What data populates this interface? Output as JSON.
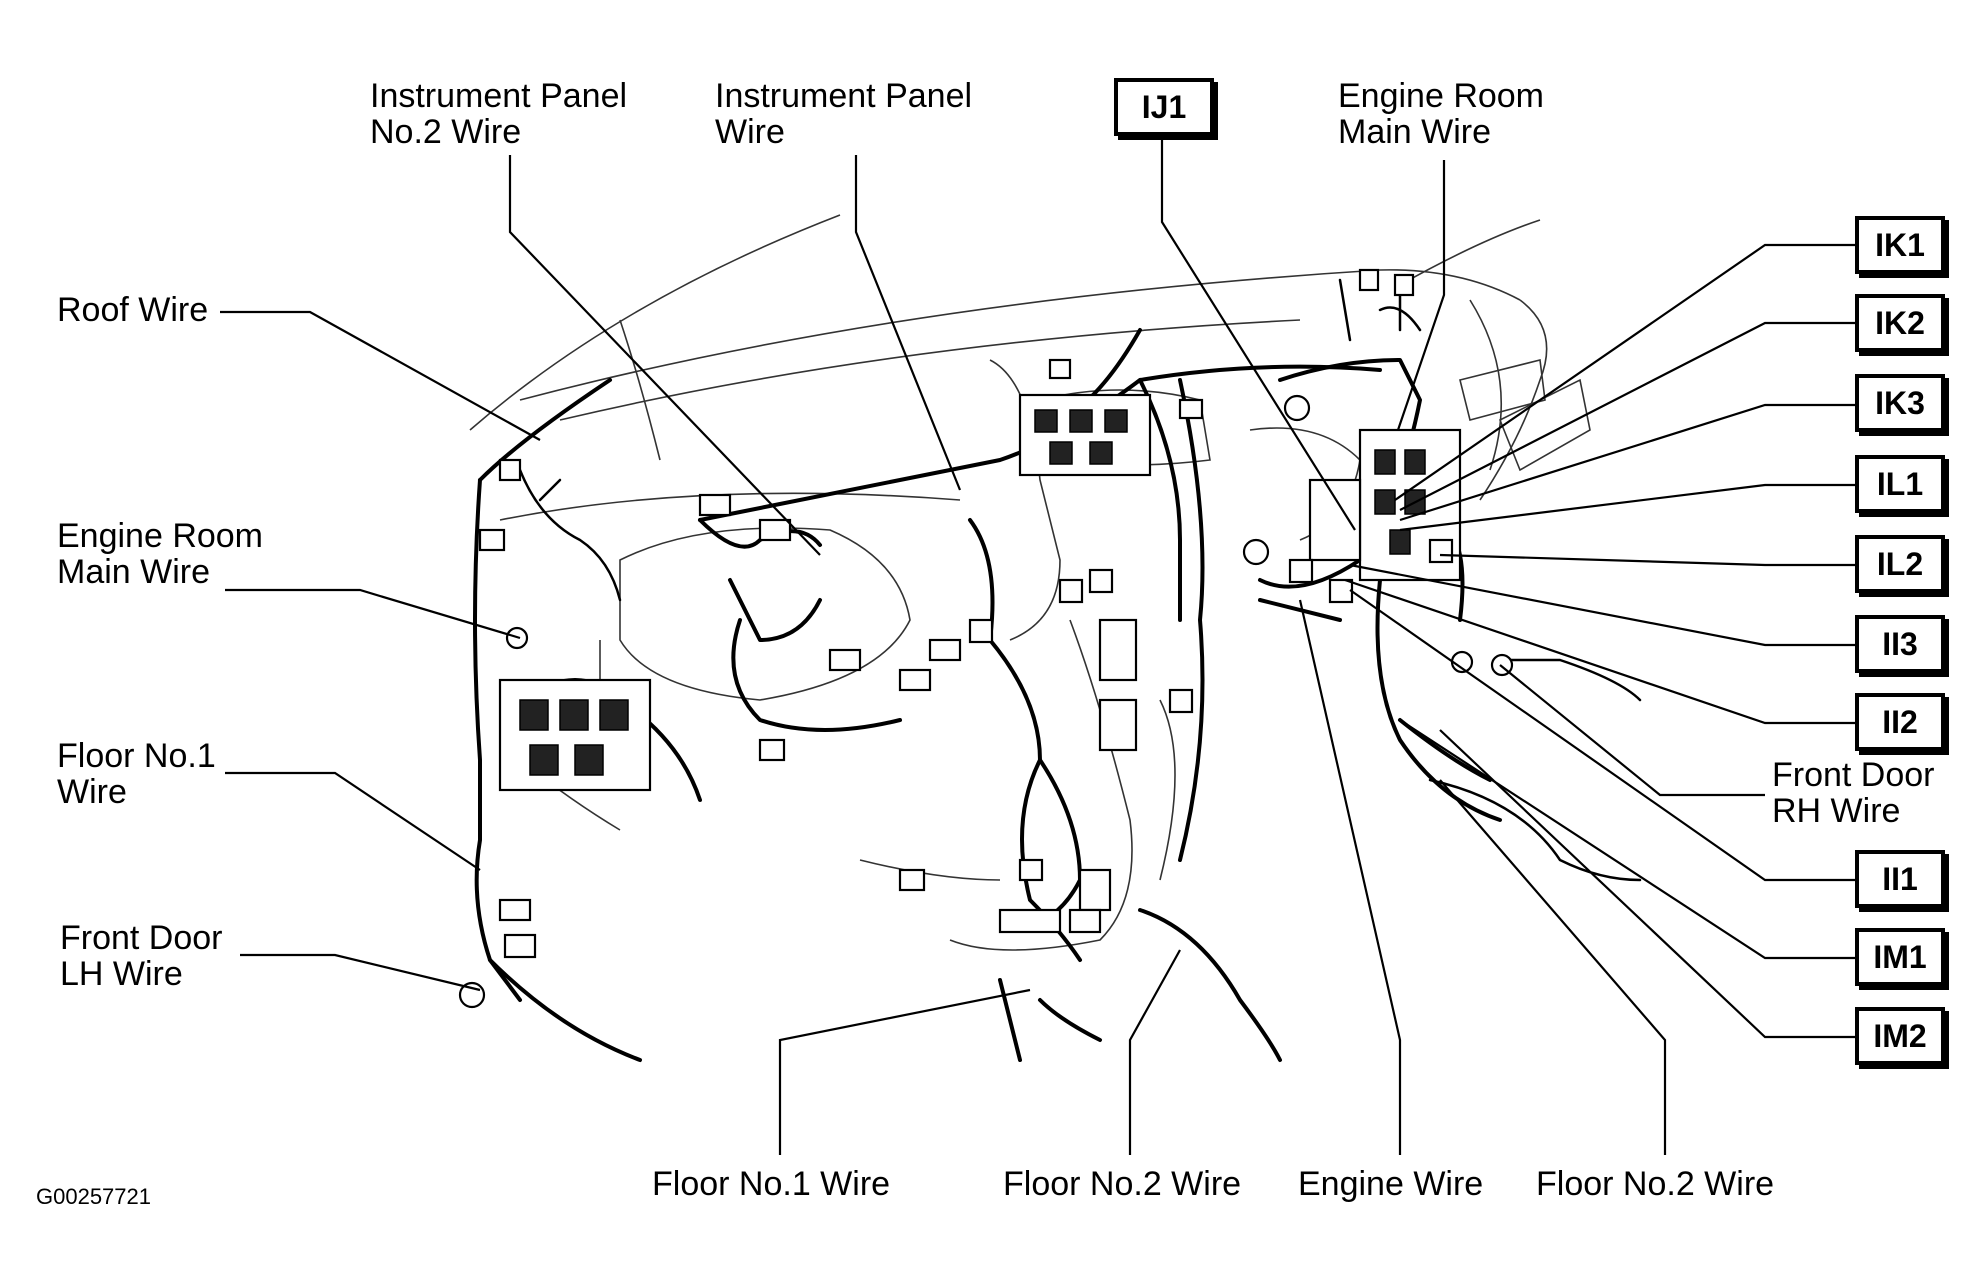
{
  "labels": {
    "instrument_panel_no2_wire": [
      "Instrument Panel",
      "No.2 Wire"
    ],
    "instrument_panel_wire": [
      "Instrument Panel",
      "Wire"
    ],
    "engine_room_main_wire_top": [
      "Engine Room",
      "Main Wire"
    ],
    "roof_wire": [
      "Roof Wire"
    ],
    "engine_room_main_wire_left": [
      "Engine Room",
      "Main Wire"
    ],
    "floor_no1_wire_left": [
      "Floor No.1",
      "Wire"
    ],
    "front_door_lh_wire": [
      "Front Door",
      "LH Wire"
    ],
    "front_door_rh_wire": [
      "Front Door",
      "RH Wire"
    ],
    "floor_no1_wire_bottom": [
      "Floor No.1 Wire"
    ],
    "floor_no2_wire_bottom_a": [
      "Floor No.2 Wire"
    ],
    "engine_wire": [
      "Engine Wire"
    ],
    "floor_no2_wire_bottom_b": [
      "Floor No.2 Wire"
    ]
  },
  "connectors": {
    "ij1": "IJ1",
    "ik1": "IK1",
    "ik2": "IK2",
    "ik3": "IK3",
    "il1": "IL1",
    "il2": "IL2",
    "ii3": "II3",
    "ii2": "II2",
    "ii1": "II1",
    "im1": "IM1",
    "im2": "IM2"
  },
  "figure_code": "G00257721"
}
